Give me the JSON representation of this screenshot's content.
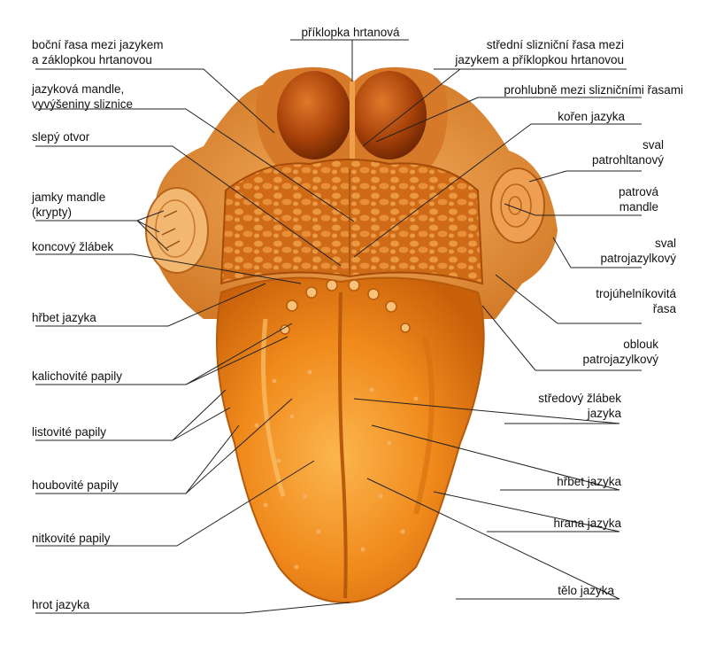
{
  "labels": {
    "priklopka": "příklopka hrtanová",
    "bocni_rasa_1": "boční řasa mezi jazykem",
    "bocni_rasa_2": "a záklopkou hrtanovou",
    "stredni_rasa_1": "střední slizniční řasa mezi",
    "stredni_rasa_2": "jazykem a příklopkou hrtanovou",
    "jazykova_mandle_1": "jazyková mandle,",
    "jazykova_mandle_2": "vyvýšeniny sliznice",
    "prohlubne": "prohlubně mezi slizničními řasami",
    "koren": "kořen jazyka",
    "slepy_otvor": "slepý otvor",
    "sval_patrohltanovy_1": "sval",
    "sval_patrohltanovy_2": "patrohltanový",
    "jamky_mandle_1": "jamky mandle",
    "jamky_mandle_2": "(krypty)",
    "patrova_mandle_1": "patrová",
    "patrova_mandle_2": "mandle",
    "koncovy_zlabek": "koncový žlábek",
    "sval_patrojazylkovy_1": "sval",
    "sval_patrojazylkovy_2": "patrojazylkový",
    "trojuhelnikovita_1": "trojúhelníkovitá",
    "trojuhelnikovita_2": "řasa",
    "hrbet_left": "hřbet jazyka",
    "oblouk_1": "oblouk",
    "oblouk_2": "patrojazylkový",
    "kalichovite": "kalichovité papily",
    "stredovy_zlabek_1": "středový žlábek",
    "stredovy_zlabek_2": "jazyka",
    "listovite": "listovité papily",
    "houbovite": "houbovité papily",
    "hrbet_right": "hřbet jazyka",
    "hrana": "hrana jazyka",
    "nitkovite": "nitkovité papily",
    "telo": "tělo jazyka",
    "hrot": "hrot jazyka"
  },
  "colors": {
    "tongue": "#f08a1c",
    "tongue_light": "#f9b24a",
    "tongue_dark": "#c25a08",
    "root": "#d8701a",
    "epiglottis": "#a8420a",
    "line": "#222222"
  }
}
